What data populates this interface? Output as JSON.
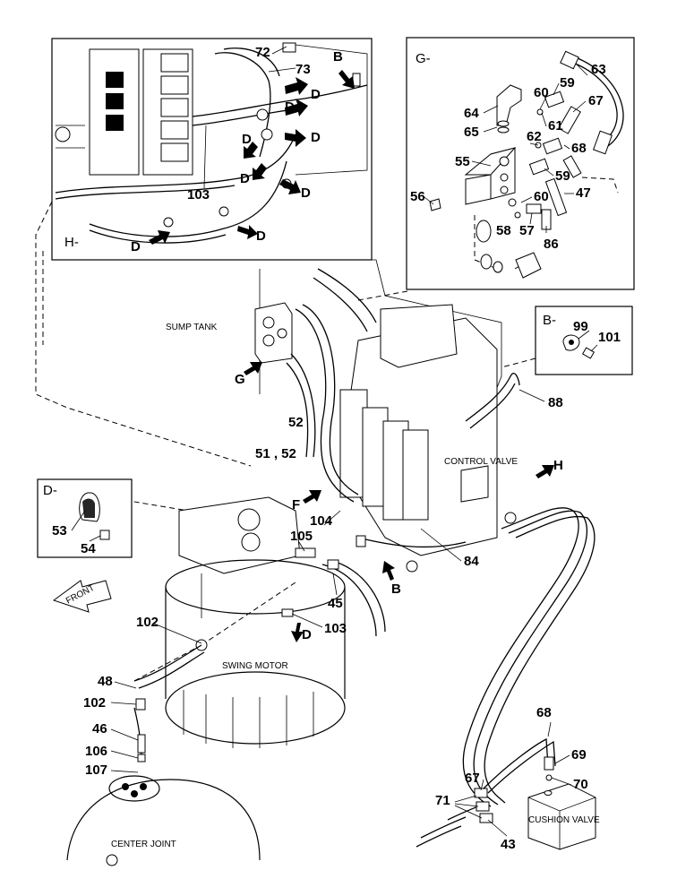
{
  "insets": {
    "H": {
      "title": "H-"
    },
    "G": {
      "title": "G-"
    },
    "B": {
      "title": "B-"
    },
    "D": {
      "title": "D-"
    }
  },
  "labels": {
    "sump_tank": "SUMP TANK",
    "control_valve": "CONTROL VALVE",
    "swing_motor": "SWING MOTOR",
    "center_joint": "CENTER JOINT",
    "cushion_valve": "CUSHION VALVE",
    "front": "FRONT"
  },
  "view_letters": {
    "G": "G",
    "F": "F",
    "H": "H",
    "B_main": "B",
    "D_main": "D",
    "B_inset": "B",
    "D1": "D",
    "D2": "D",
    "D3": "D",
    "D4": "D",
    "D5": "D",
    "D6": "D",
    "D7": "D",
    "D8": "D"
  },
  "parts": {
    "p72": "72",
    "p73": "73",
    "p103_inset": "103",
    "p63": "63",
    "p59a": "59",
    "p60a": "60",
    "p67_inset": "67",
    "p64": "64",
    "p65": "65",
    "p61": "61",
    "p62": "62",
    "p68_inset": "68",
    "p55": "55",
    "p59b": "59",
    "p56": "56",
    "p60b": "60",
    "p47": "47",
    "p58": "58",
    "p57": "57",
    "p86": "86",
    "p99": "99",
    "p101": "101",
    "p88": "88",
    "p52": "52",
    "p51_52": "51 , 52",
    "p53": "53",
    "p54": "54",
    "p104": "104",
    "p105": "105",
    "p84": "84",
    "p45": "45",
    "p103_main": "103",
    "p102a": "102",
    "p48": "48",
    "p102b": "102",
    "p46": "46",
    "p106": "106",
    "p107": "107",
    "p68_main": "68",
    "p69": "69",
    "p67_main": "67",
    "p70": "70",
    "p71": "71",
    "p43": "43"
  }
}
